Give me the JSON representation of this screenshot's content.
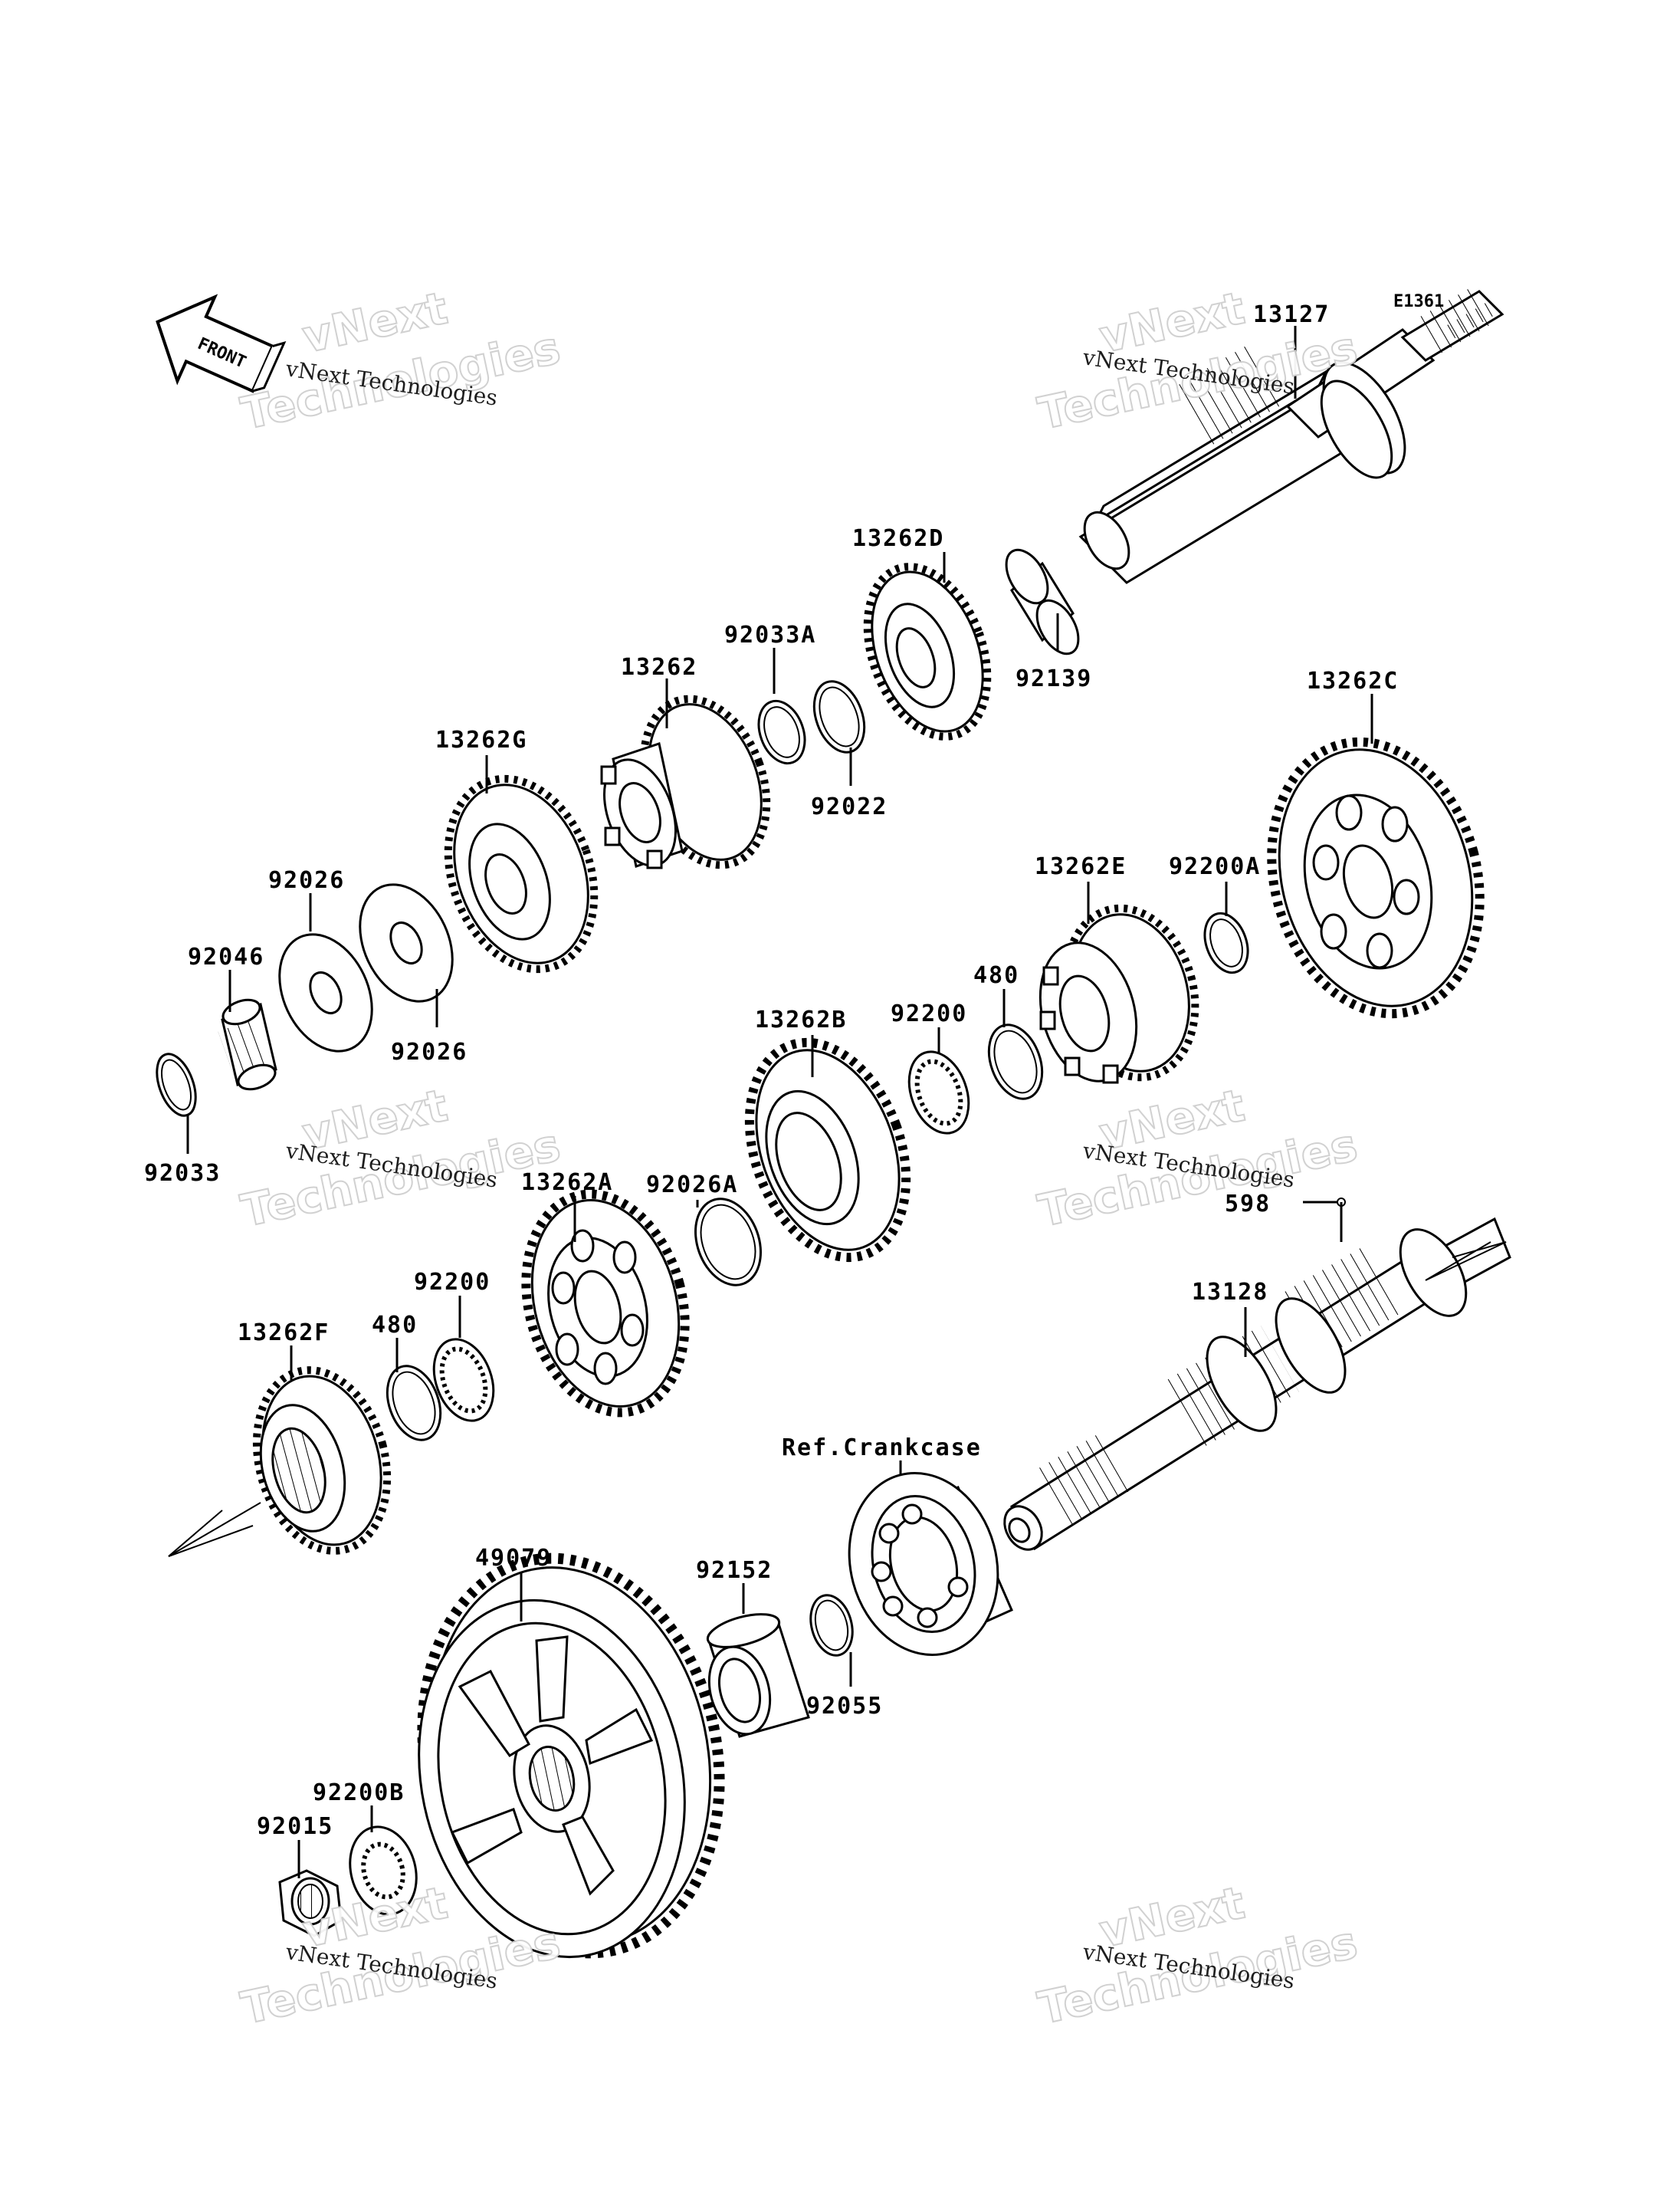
{
  "diagram_id": "E1361",
  "front_label": "FRONT",
  "watermark": {
    "line1": "vNext Technologies",
    "big_a": "vNext",
    "big_b": "Technologies"
  },
  "reference_label": "Ref.Crankcase",
  "parts": {
    "p13127": "13127",
    "p13262D": "13262D",
    "p92033A": "92033A",
    "p13262": "13262",
    "p92139": "92139",
    "p13262C": "13262C",
    "p13262G": "13262G",
    "p92022": "92022",
    "p92026_top": "92026",
    "p92046": "92046",
    "p13262E": "13262E",
    "p92200A": "92200A",
    "p480_upper": "480",
    "p92200_upper": "92200",
    "p13262B": "13262B",
    "p92026_bottom": "92026",
    "p92033": "92033",
    "p13262A": "13262A",
    "p92026A": "92026A",
    "p598": "598",
    "p13128": "13128",
    "p92200_lower": "92200",
    "p480_lower": "480",
    "p13262F": "13262F",
    "p49079": "49079",
    "p92152": "92152",
    "p92055": "92055",
    "p92200B": "92200B",
    "p92015": "92015"
  }
}
